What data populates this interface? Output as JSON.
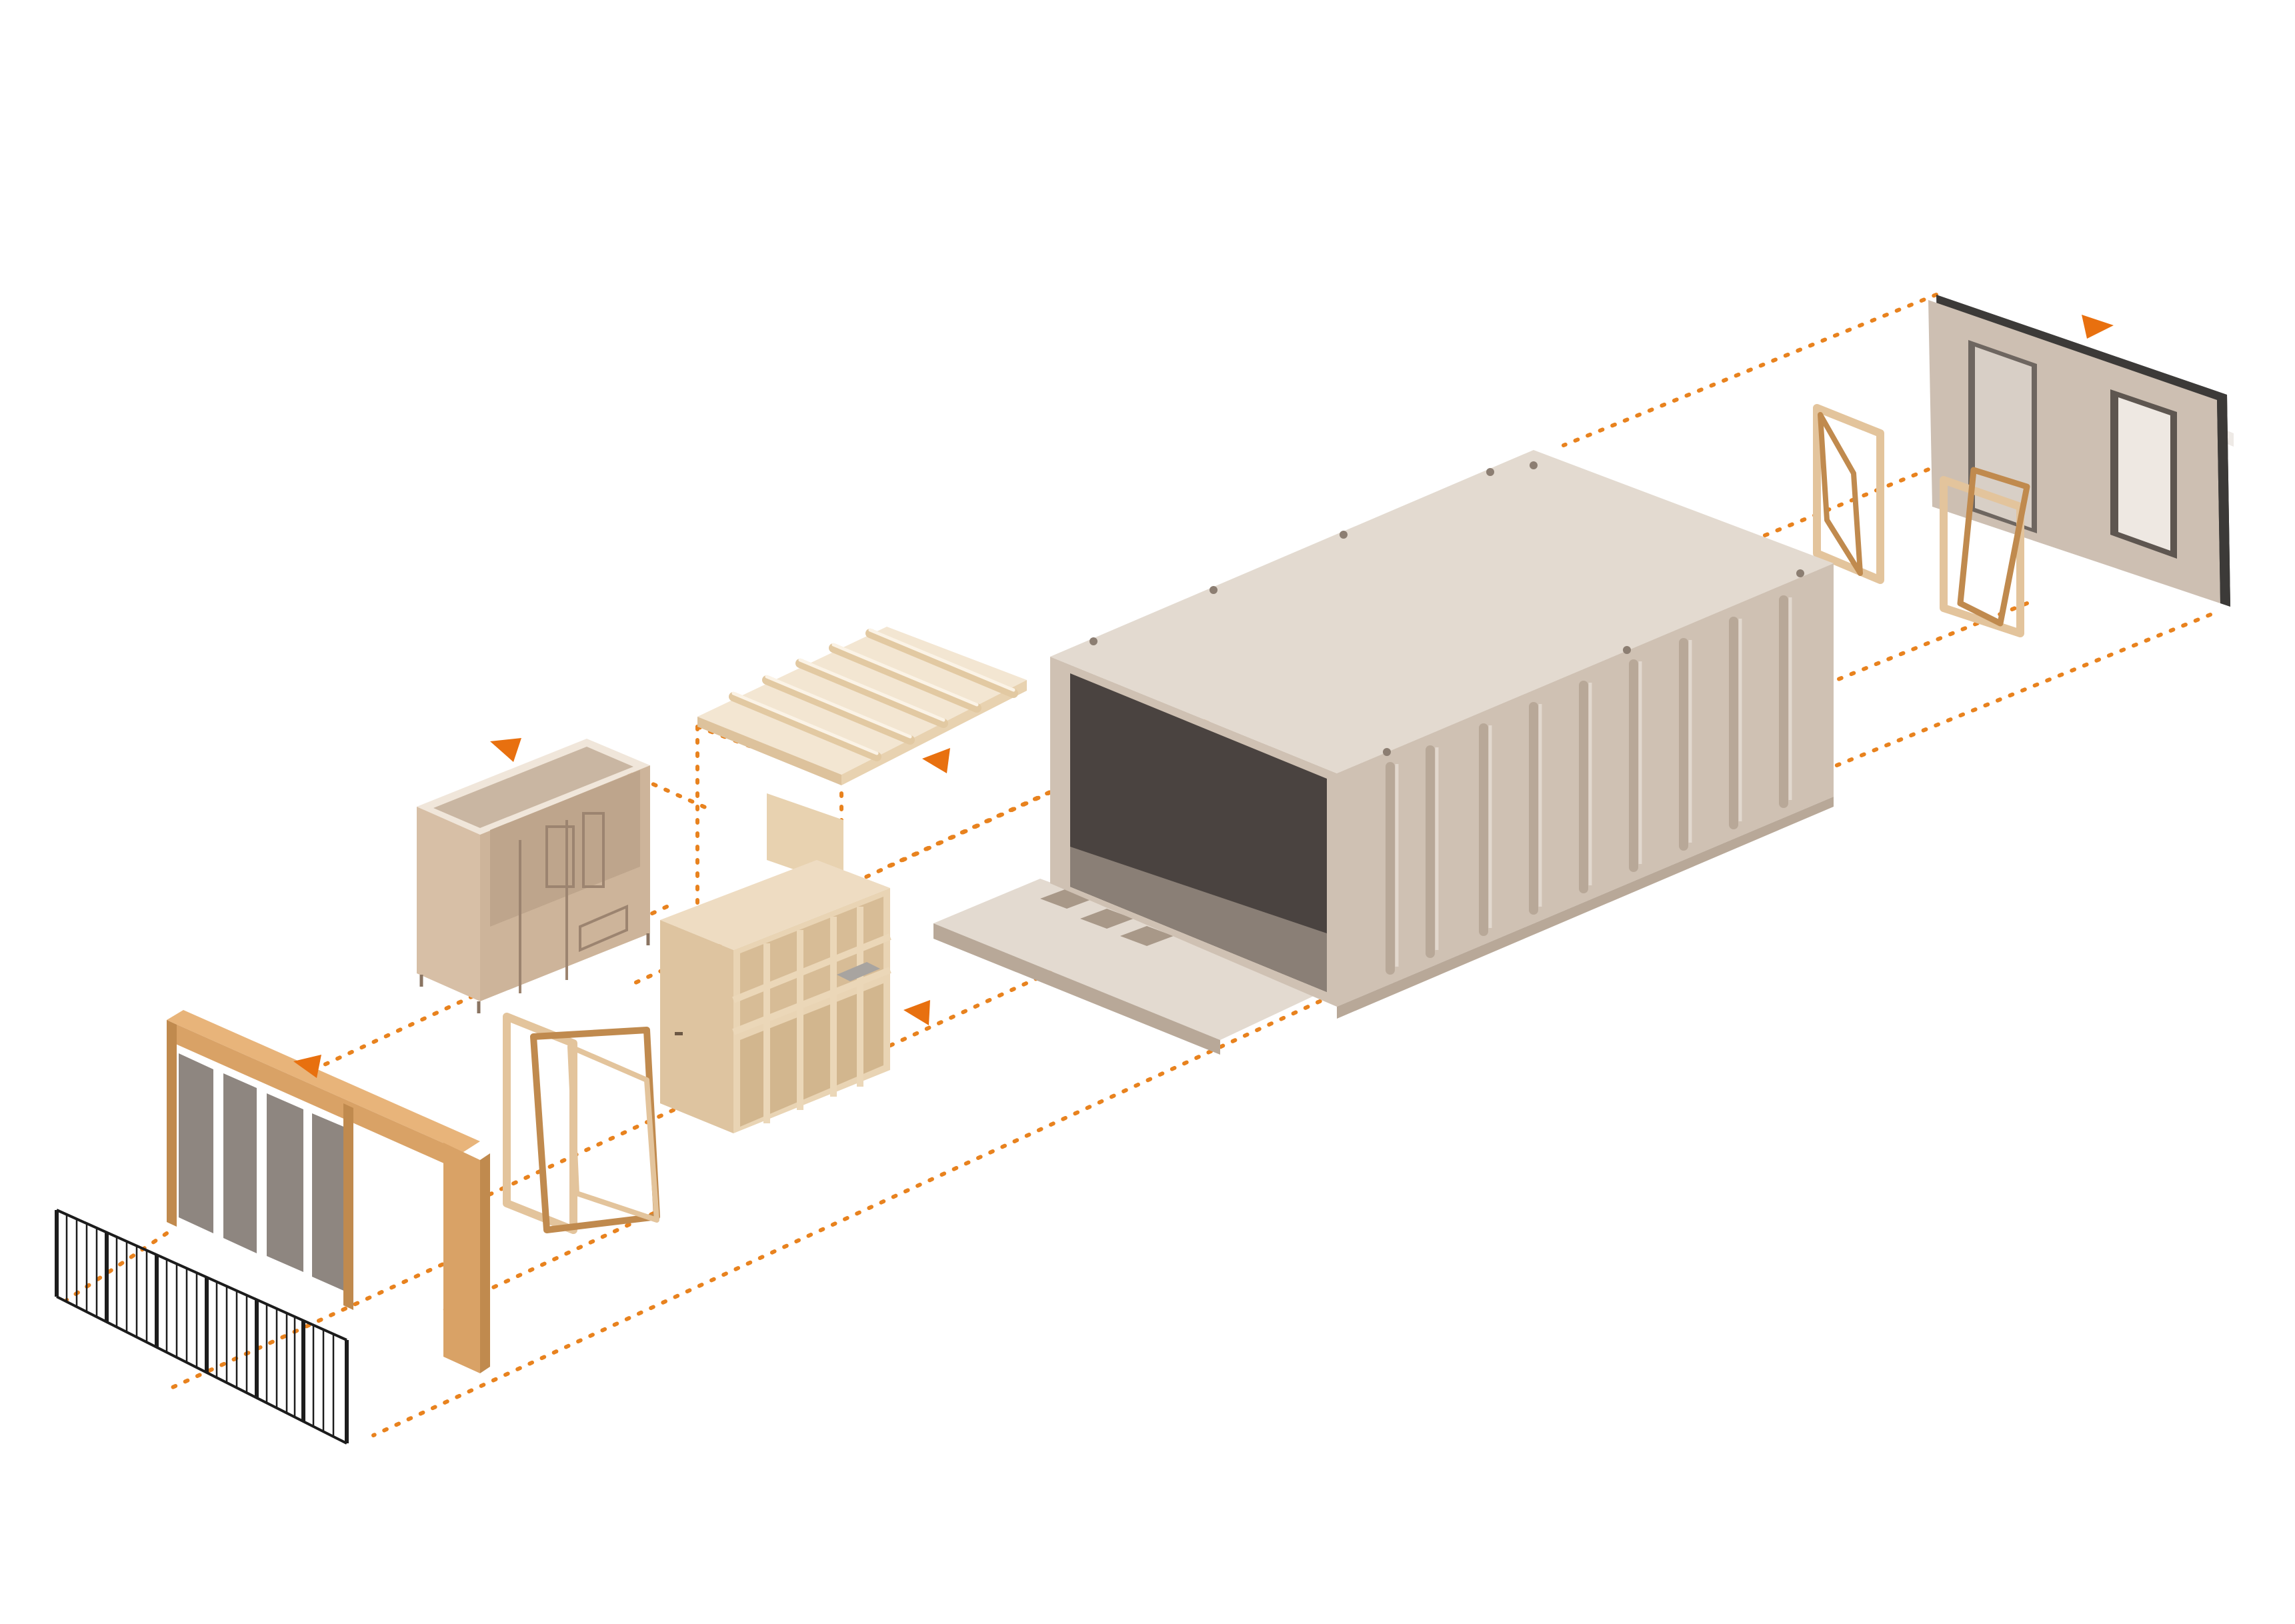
{
  "diagram": {
    "type": "exploded-axonometric",
    "colors": {
      "guide_line": "#E8821E",
      "arrow": "#E8700F",
      "concrete_top": "#E3DAD0",
      "concrete_side": "#CFC1B3",
      "concrete_dark": "#B8A898",
      "concrete_interior": "#4A4340",
      "timber_light": "#EFDCC0",
      "timber_mid": "#E3C49C",
      "timber_orange": "#D9A266",
      "timber_dark": "#C08A4E",
      "gray_panel": "#8E8680",
      "steel_frame": "#3C3A38",
      "fence": "#1C1C1C",
      "shadow": "#EEEAE6"
    },
    "components": [
      {
        "name": "concrete-module"
      },
      {
        "name": "end-wall-panel"
      },
      {
        "name": "window-frame-right-1"
      },
      {
        "name": "window-frame-right-2"
      },
      {
        "name": "roof-slat-panel"
      },
      {
        "name": "bathroom-pod"
      },
      {
        "name": "shelving-unit"
      },
      {
        "name": "window-frame-left"
      },
      {
        "name": "front-timber-frame"
      },
      {
        "name": "balcony-fence"
      }
    ],
    "arrows": [
      {
        "name": "arrow-end-wall"
      },
      {
        "name": "arrow-roof-panel"
      },
      {
        "name": "arrow-bathroom-pod"
      },
      {
        "name": "arrow-shelving-unit"
      },
      {
        "name": "arrow-front-frame"
      }
    ]
  }
}
